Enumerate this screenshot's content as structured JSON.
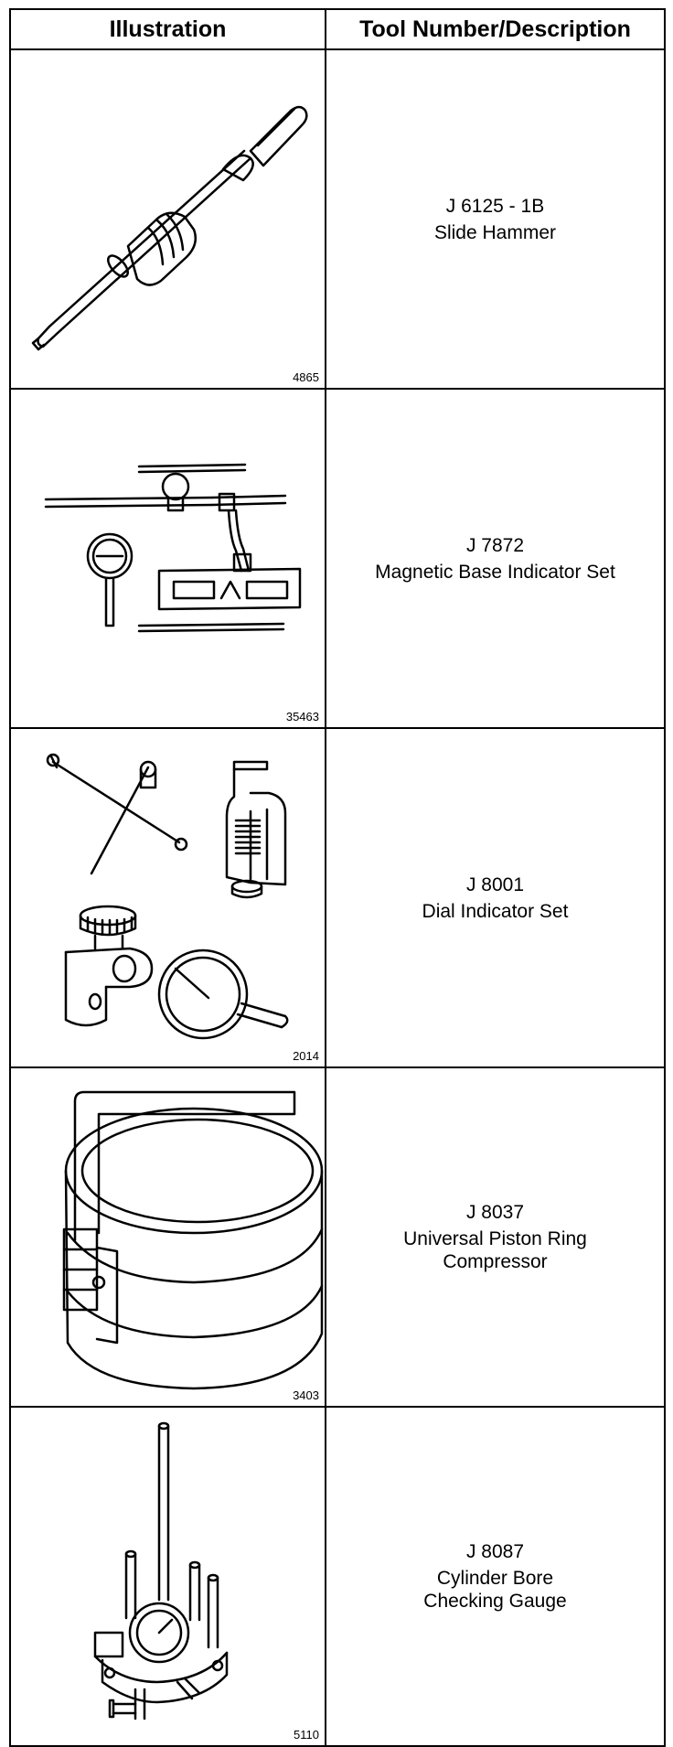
{
  "table": {
    "headers": {
      "illustration": "Illustration",
      "tool": "Tool Number/Description"
    },
    "rows": [
      {
        "icon": "slide-hammer-icon",
        "figure_number": "4865",
        "tool_number": "J 6125 - 1B",
        "description": "Slide Hammer"
      },
      {
        "icon": "magnetic-base-indicator-icon",
        "figure_number": "35463",
        "tool_number": "J 7872",
        "description": "Magnetic Base Indicator Set"
      },
      {
        "icon": "dial-indicator-set-icon",
        "figure_number": "2014",
        "tool_number": "J 8001",
        "description": "Dial Indicator Set"
      },
      {
        "icon": "piston-ring-compressor-icon",
        "figure_number": "3403",
        "tool_number": "J 8037",
        "description": "Universal Piston Ring\nCompressor"
      },
      {
        "icon": "cylinder-bore-gauge-icon",
        "figure_number": "5110",
        "tool_number": "J 8087",
        "description": "Cylinder Bore\nChecking Gauge"
      }
    ]
  }
}
